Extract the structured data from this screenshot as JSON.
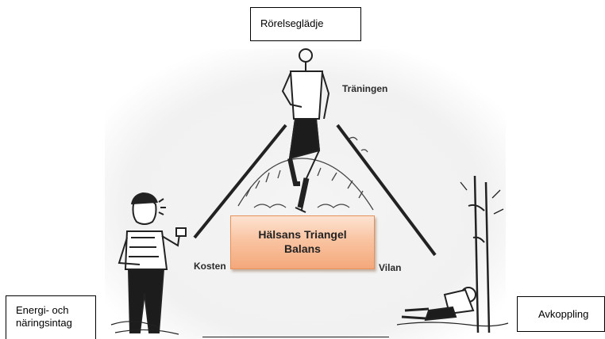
{
  "diagram": {
    "top_box": "Rörelseglädje",
    "left_box": {
      "line1": "Energi- och",
      "line2": "näringsintag"
    },
    "right_box": "Avkoppling",
    "center": {
      "line1": "Hälsans Triangel",
      "line2": "Balans"
    },
    "vertex_labels": {
      "top": "Träningen",
      "left": "Kosten",
      "right": "Vilan"
    },
    "colors": {
      "center_fill_top": "#fde3d2",
      "center_fill_bottom": "#f4a87a",
      "center_border": "#e5915a"
    }
  }
}
